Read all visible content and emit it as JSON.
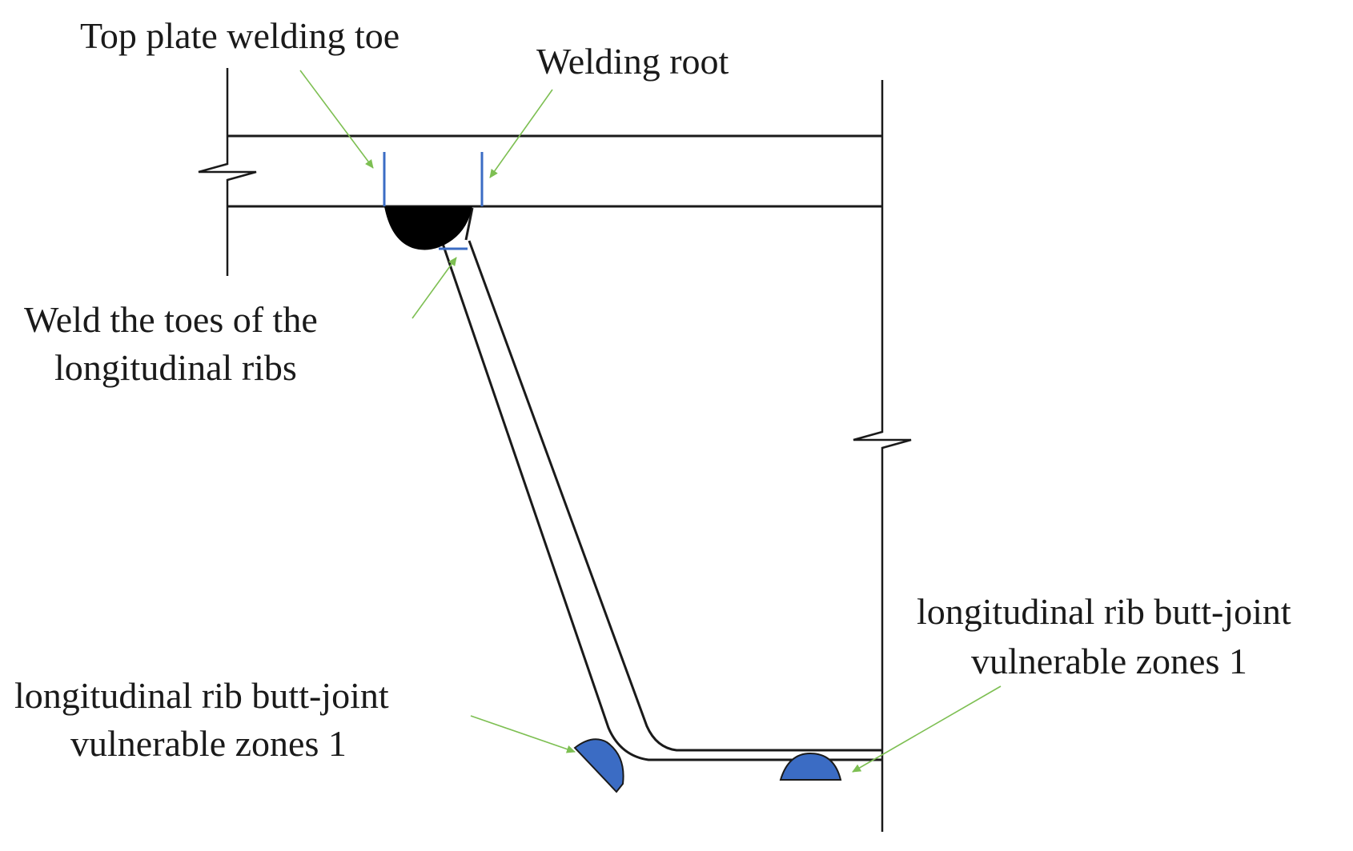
{
  "labels": {
    "top_plate_welding_toe": "Top plate welding toe",
    "welding_root": "Welding root",
    "weld_toes_line1": "Weld the toes of the",
    "weld_toes_line2": "longitudinal ribs",
    "butt_joint_left_line1": "longitudinal rib butt-joint",
    "butt_joint_left_line2": "vulnerable zones 1",
    "butt_joint_right_line1": "longitudinal rib butt-joint",
    "butt_joint_right_line2": "vulnerable zones 1"
  },
  "colors": {
    "outline": "#1a1a1a",
    "weld_fill": "#000000",
    "vulnerable_zone_fill": "#3b6cc4",
    "leader_arrow": "#7dbf52",
    "marker_blue": "#3b6cc4"
  }
}
